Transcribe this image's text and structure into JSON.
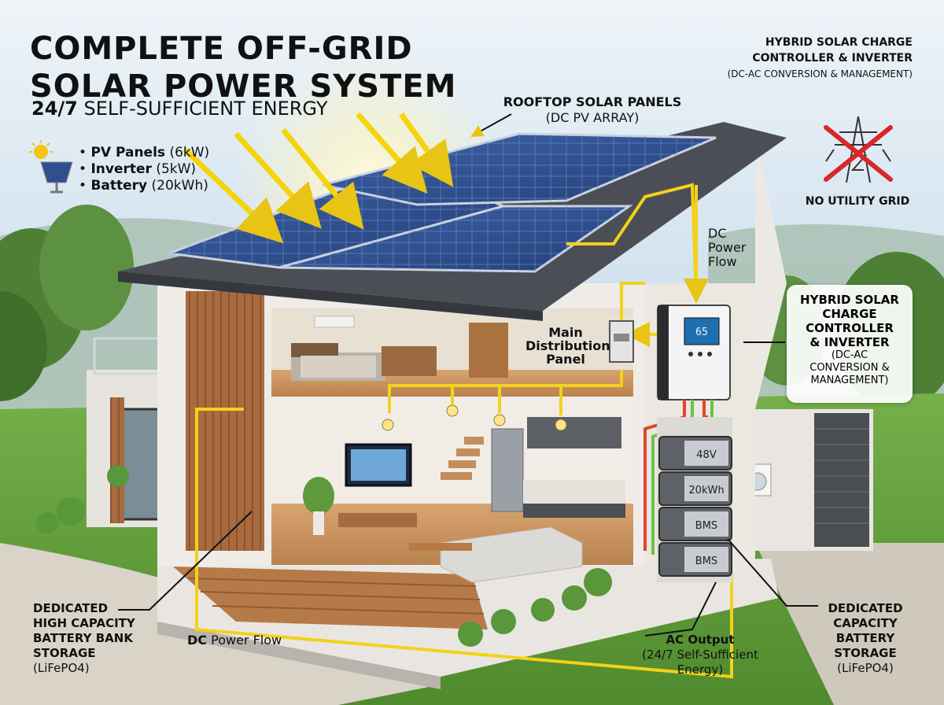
{
  "title": {
    "line1": "COMPLETE OFF-GRID",
    "line2": "SOLAR POWER SYSTEM"
  },
  "subtitle": {
    "prefix": "24/7",
    "text": " SELF-SUFFICIENT ENERGY"
  },
  "specs": [
    {
      "name": "PV Panels",
      "value": "(6kW)"
    },
    {
      "name": "Inverter",
      "value": "(5kW)"
    },
    {
      "name": "Battery",
      "value": "(20kWh)"
    }
  ],
  "labels": {
    "rooftop_title": "ROOFTOP SOLAR PANELS",
    "rooftop_sub": "(DC PV ARRAY)",
    "top_right_title_1": "HYBRID SOLAR CHARGE",
    "top_right_title_2": "CONTROLLER & INVERTER",
    "top_right_sub": "(DC-AC CONVERSION & MANAGEMENT)",
    "no_grid": "NO UTILITY GRID",
    "dc_flow_top_1": "DC",
    "dc_flow_top_2": "Power",
    "dc_flow_top_3": "Flow",
    "main_panel_1": "Main",
    "main_panel_2": "Distribution",
    "main_panel_3": "Panel",
    "box_title_1": "HYBRID SOLAR",
    "box_title_2": "CHARGE",
    "box_title_3": "CONTROLLER",
    "box_title_4": "& INVERTER",
    "box_sub_1": "(DC-AC",
    "box_sub_2": "CONVERSION &",
    "box_sub_3": "MANAGEMENT)",
    "left_battery_1": "DEDICATED",
    "left_battery_2": "HIGH CAPACITY",
    "left_battery_3": "BATTERY BANK",
    "left_battery_4": "STORAGE",
    "left_battery_5": "(LiFePO4)",
    "dc_flow_bottom_bold": "DC",
    "dc_flow_bottom_rest": " Power Flow",
    "ac_output_1": "AC Output",
    "ac_output_2": "(24/7 Self-Sufficient",
    "ac_output_3": "Energy)",
    "right_battery_1": "DEDICATED",
    "right_battery_2": "CAPACITY",
    "right_battery_3": "BATTERY",
    "right_battery_4": "STORAGE",
    "right_battery_5": "(LiFePO4)",
    "inverter_display": "65",
    "battery_module_1": "48V",
    "battery_module_2": "20kWh",
    "battery_module_3": "BMS",
    "battery_module_4": "BMS"
  },
  "icons": {
    "sun": "sun-icon",
    "solar_panel": "solar-panel-icon",
    "power_pylon": "power-pylon-icon",
    "no_entry": "red-x-icon"
  },
  "colors": {
    "dc_flow": "#f2d21a",
    "ac_positive": "#e0452b",
    "ac_ground": "#6cc24a",
    "panel_blue": "#2f4f8f",
    "roof": "#4b4f55",
    "wood": "#a9693d",
    "sky": "#d9e8f2",
    "grass": "#5f9e3a",
    "no_grid_red": "#d8262a"
  }
}
